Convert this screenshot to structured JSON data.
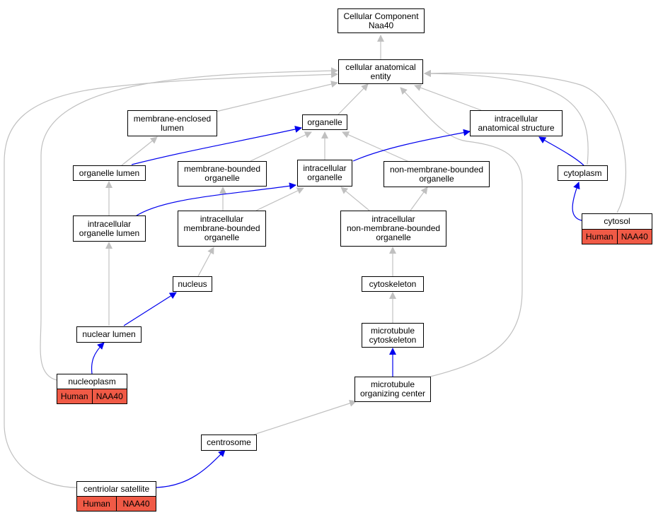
{
  "nodes": {
    "cellular_component": "Cellular Component\nNaa40",
    "cellular_anatomical_entity": "cellular anatomical\nentity",
    "membrane_enclosed_lumen": "membrane-enclosed\nlumen",
    "organelle": "organelle",
    "intracellular_anatomical_structure": "intracellular\nanatomical structure",
    "organelle_lumen": "organelle lumen",
    "membrane_bounded_organelle": "membrane-bounded\norganelle",
    "intracellular_organelle": "intracellular\norganelle",
    "non_membrane_bounded_organelle": "non-membrane-bounded\norganelle",
    "cytoplasm": "cytoplasm",
    "intracellular_organelle_lumen": "intracellular\norganelle lumen",
    "intracellular_membrane_bounded_organelle": "intracellular\nmembrane-bounded\norganelle",
    "intracellular_non_membrane_bounded_organelle": "intracellular\nnon-membrane-bounded\norganelle",
    "cytosol": "cytosol",
    "nucleus": "nucleus",
    "cytoskeleton": "cytoskeleton",
    "nuclear_lumen": "nuclear lumen",
    "microtubule_cytoskeleton": "microtubule\ncytoskeleton",
    "nucleoplasm": "nucleoplasm",
    "microtubule_organizing_center": "microtubule\norganizing center",
    "centrosome": "centrosome",
    "centriolar_satellite": "centriolar satellite"
  },
  "annotations": {
    "cytosol": {
      "species": "Human",
      "gene": "NAA40"
    },
    "nucleoplasm": {
      "species": "Human",
      "gene": "NAA40"
    },
    "centriolar_satellite": {
      "species": "Human",
      "gene": "NAA40"
    }
  },
  "colors": {
    "is_a_edge": "#c0c0c0",
    "part_of_edge": "#0000ee",
    "annotation_fill": "#f05a46",
    "node_border": "#000000"
  }
}
